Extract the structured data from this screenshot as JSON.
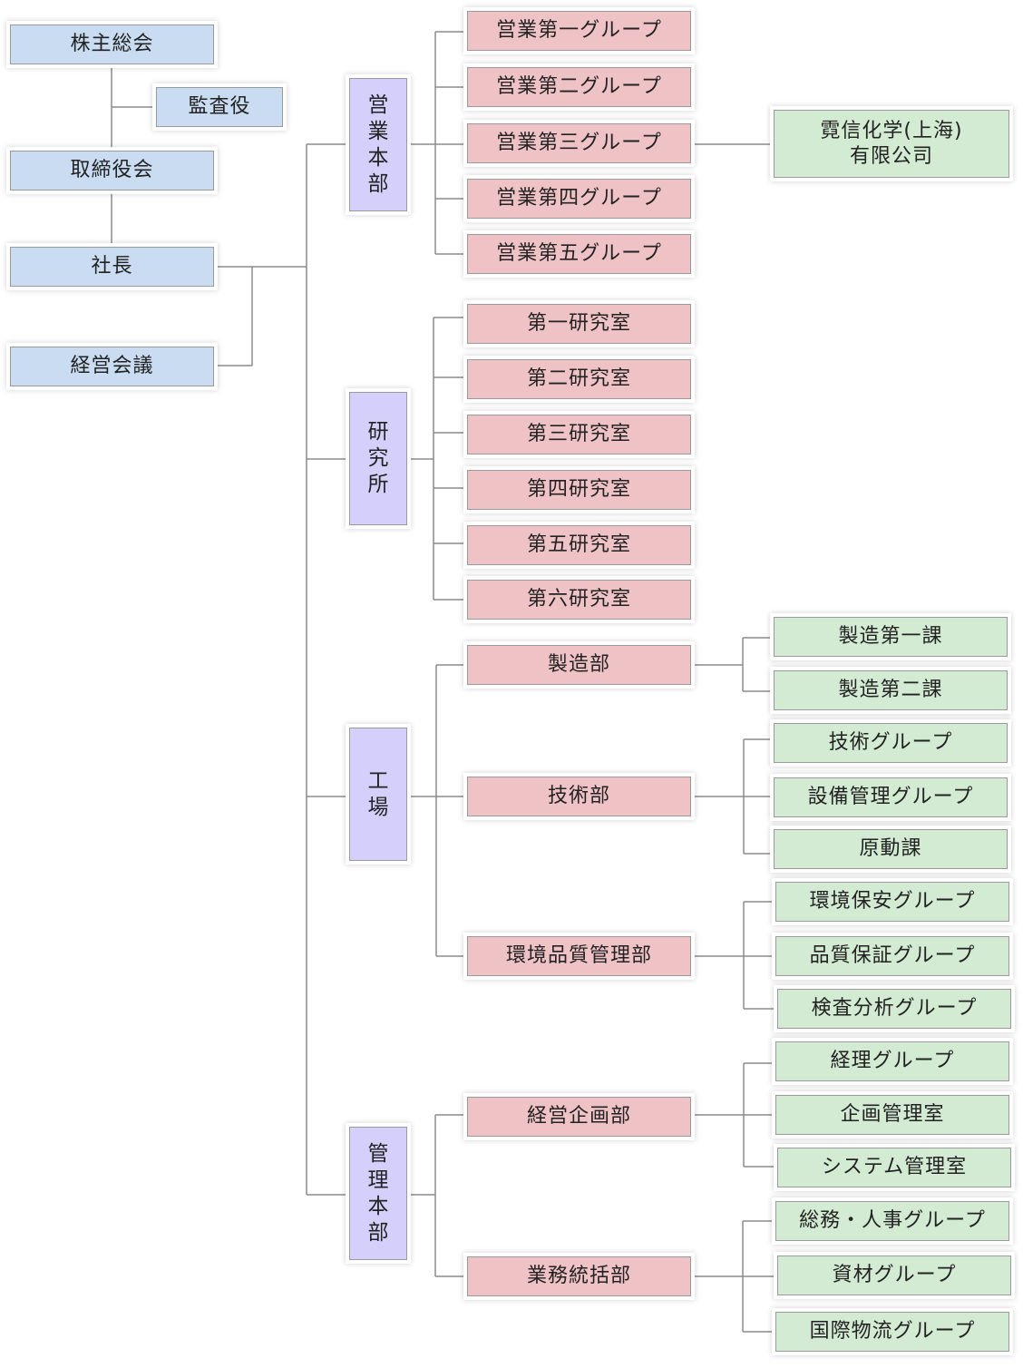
{
  "nodes": {
    "shareholders": "株主総会",
    "auditor": "監査役",
    "board": "取締役会",
    "president": "社長",
    "mgmt_meeting": "経営会議",
    "sales_hq": "営業本部",
    "sales_g1": "営業第一グループ",
    "sales_g2": "営業第二グループ",
    "sales_g3": "営業第三グループ",
    "sales_g4": "営業第四グループ",
    "sales_g5": "営業第五グループ",
    "shanghai_line1": "霓信化学(上海)",
    "shanghai_line2": "有限公司",
    "research": "研究所",
    "lab1": "第一研究室",
    "lab2": "第二研究室",
    "lab3": "第三研究室",
    "lab4": "第四研究室",
    "lab5": "第五研究室",
    "lab6": "第六研究室",
    "factory": "工場",
    "mfg_dept": "製造部",
    "mfg_sec1": "製造第一課",
    "mfg_sec2": "製造第二課",
    "tech_dept": "技術部",
    "tech_group": "技術グループ",
    "equip_group": "設備管理グループ",
    "power_sec": "原動課",
    "env_quality_dept": "環境品質管理部",
    "env_safety_group": "環境保安グループ",
    "qa_group": "品質保証グループ",
    "inspection_group": "検査分析グループ",
    "admin_hq": "管理本部",
    "planning_dept": "経営企画部",
    "accounting_group": "経理グループ",
    "planning_office": "企画管理室",
    "system_office": "システム管理室",
    "operations_dept": "業務統括部",
    "ga_hr_group": "総務・人事グループ",
    "materials_group": "資材グループ",
    "logistics_group": "国際物流グループ"
  },
  "colors": {
    "top_level": "#c9dcf1",
    "division": "#d5d0fb",
    "department": "#efc3c5",
    "group": "#d3ead3",
    "connector": "#8c8c8c"
  }
}
